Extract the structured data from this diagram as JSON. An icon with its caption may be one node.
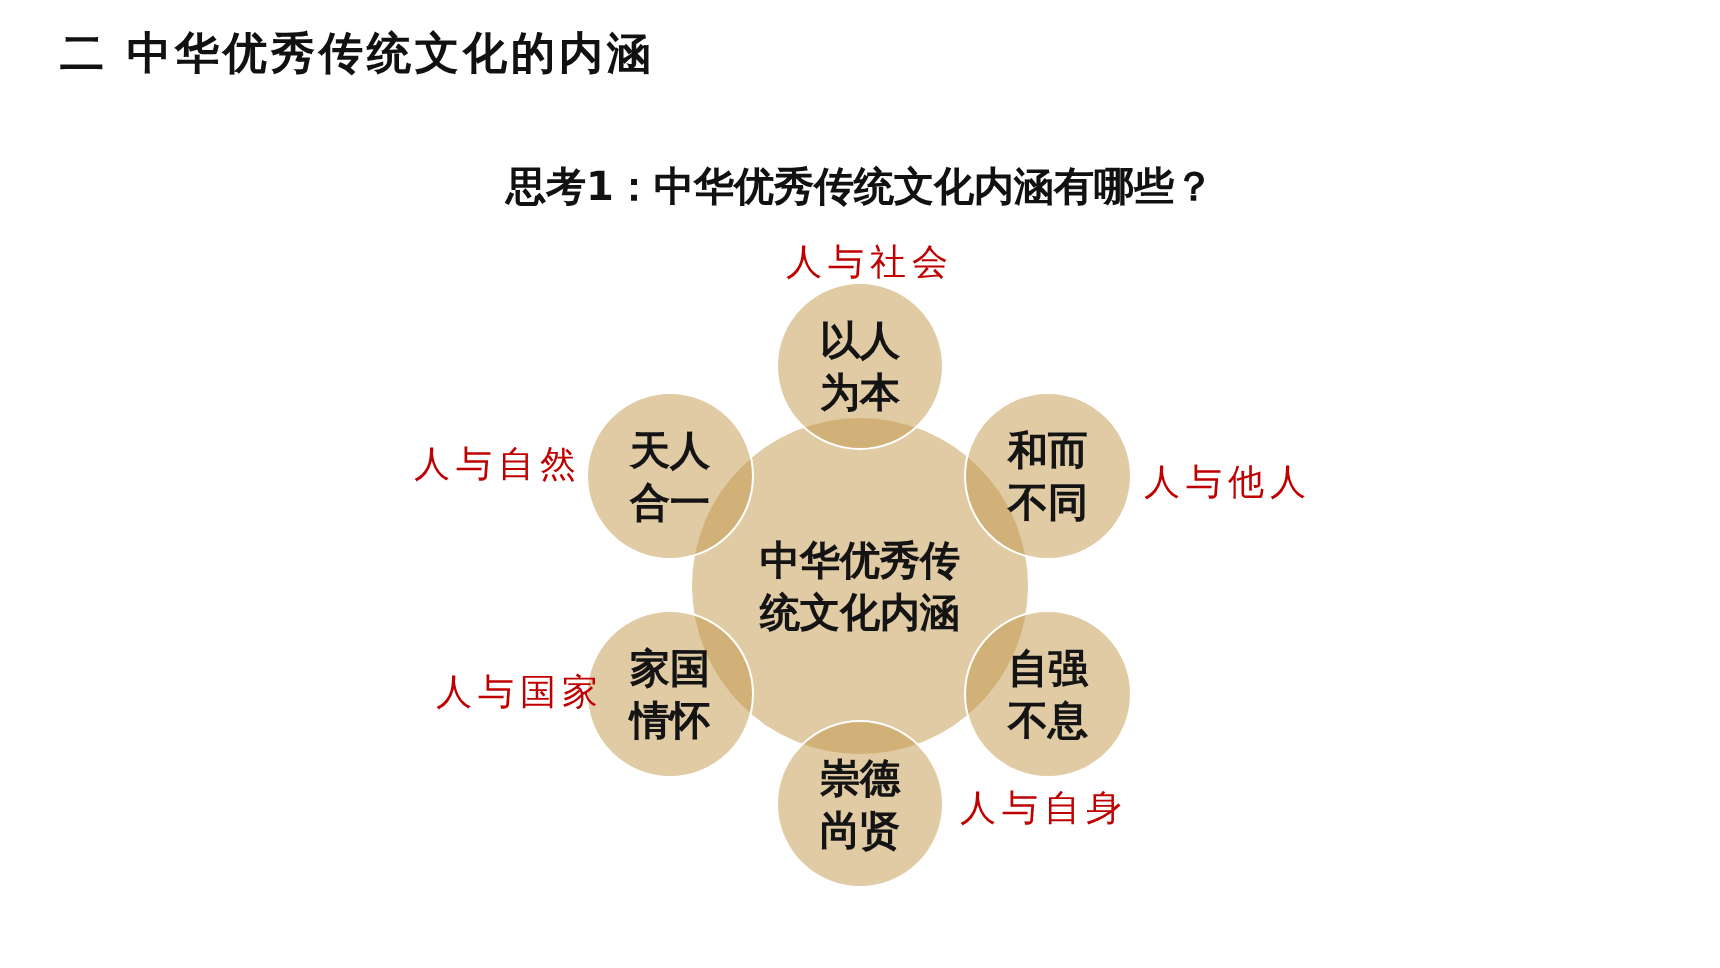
{
  "diagram": {
    "title": "二 中华优秀传统文化的内涵",
    "nodes": [
      {
        "text": [
          "以人为本"
        ],
        "beside": [
          "人与社会"
        ]
      },
      {
        "text": [
          "天人合一"
        ],
        "beside": [
          "人与自然"
        ]
      },
      {
        "text": [
          "和而不同"
        ],
        "beside": [
          "人与他人"
        ]
      },
      {
        "text": [
          "中华优秀传统文化内涵"
        ]
      },
      {
        "text": [
          "家国情怀"
        ],
        "beside": [
          "人与国家"
        ]
      },
      {
        "text": [
          "自强不息"
        ],
        "beside": [
          "人与自身"
        ]
      },
      {
        "text": [
          "崇德尚贤"
        ]
      }
    ],
    "labels": [
      "思考1：中华优秀传统文化内涵有哪些？"
    ]
  }
}
